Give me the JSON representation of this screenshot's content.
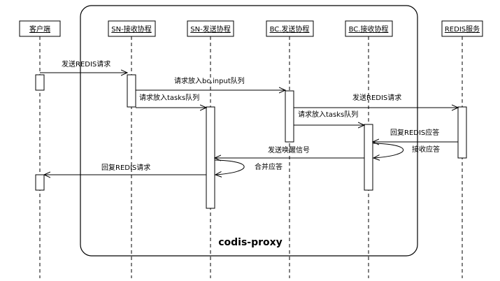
{
  "container_label": "codis-proxy",
  "lifelines": [
    {
      "label": "客户端"
    },
    {
      "label": "SN-接收协程"
    },
    {
      "label": "SN-发送协程"
    },
    {
      "label": "BC.发送协程"
    },
    {
      "label": "BC.接收协程"
    },
    {
      "label": "REDIS服务"
    }
  ],
  "messages": [
    {
      "label": "发送REDIS请求",
      "from": "客户端",
      "to": "SN-接收协程"
    },
    {
      "label": "请求放入bc.input队列",
      "from": "SN-接收协程",
      "to": "BC.发送协程"
    },
    {
      "label": "请求放入tasks队列",
      "from": "SN-接收协程",
      "to": "SN-发送协程"
    },
    {
      "label": "发送REDIS请求",
      "from": "BC.发送协程",
      "to": "REDIS服务"
    },
    {
      "label": "请求放入tasks队列",
      "from": "BC.发送协程",
      "to": "BC.接收协程"
    },
    {
      "label": "回复REDIS应答",
      "from": "REDIS服务",
      "to": "BC.接收协程"
    },
    {
      "label": "接收应答",
      "from": "BC.接收协程",
      "to": "BC.接收协程"
    },
    {
      "label": "发送唤醒信号",
      "from": "BC.接收协程",
      "to": "SN-发送协程"
    },
    {
      "label": "合并应答",
      "from": "SN-发送协程",
      "to": "SN-发送协程"
    },
    {
      "label": "回复REDIS请求",
      "from": "SN-发送协程",
      "to": "客户端"
    }
  ]
}
